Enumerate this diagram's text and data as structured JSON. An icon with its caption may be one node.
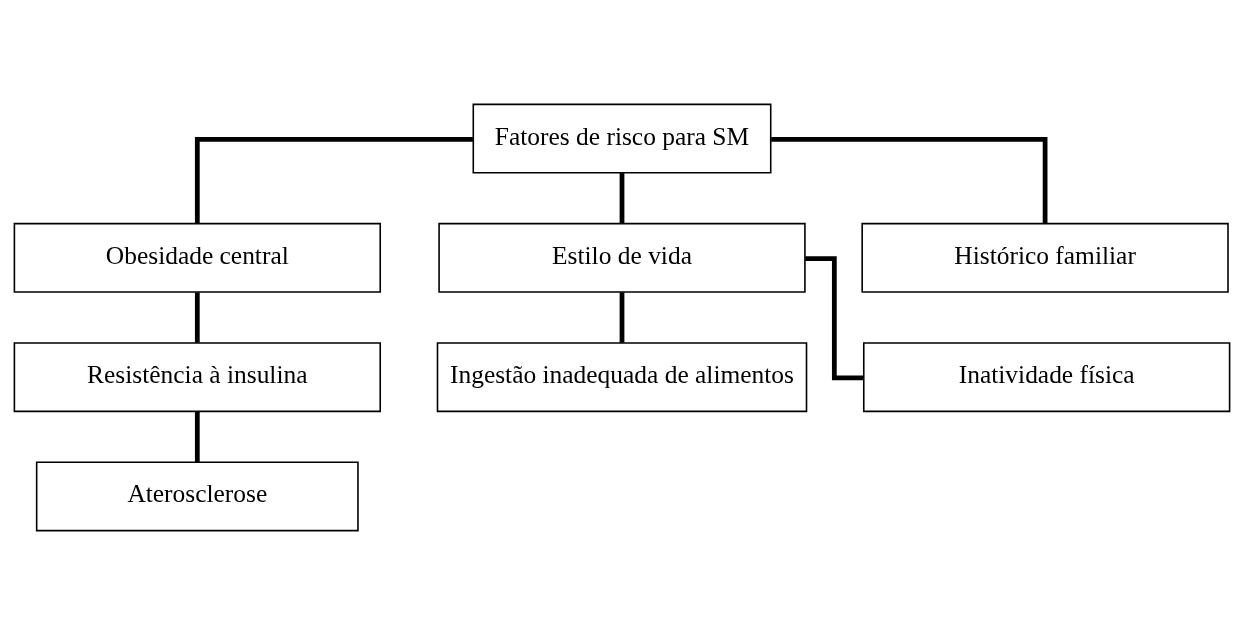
{
  "diagram": {
    "nodes": [
      {
        "text": [
          "Fatores de risco para SM"
        ]
      },
      {
        "text": [
          "Obesidade central"
        ]
      },
      {
        "text": [
          "Resistência à insulina"
        ]
      },
      {
        "text": [
          "Aterosclerose"
        ]
      },
      {
        "text": [
          "Estilo de vida"
        ]
      },
      {
        "text": [
          "Ingestão inadequada de alimentos"
        ]
      },
      {
        "text": [
          "Inatividade física"
        ]
      },
      {
        "text": [
          "Histórico familiar"
        ]
      }
    ],
    "edges": [
      {
        "from": 0,
        "to": 1,
        "arrow": "none"
      },
      {
        "from": 1,
        "to": 2,
        "arrow": "none"
      },
      {
        "from": 2,
        "to": 3,
        "arrow": "none"
      },
      {
        "from": 0,
        "to": 4,
        "arrow": "none"
      },
      {
        "from": 4,
        "to": 5,
        "arrow": "none"
      },
      {
        "from": 4,
        "to": 6,
        "arrow": "none"
      },
      {
        "from": 0,
        "to": 7,
        "arrow": "none"
      }
    ]
  }
}
